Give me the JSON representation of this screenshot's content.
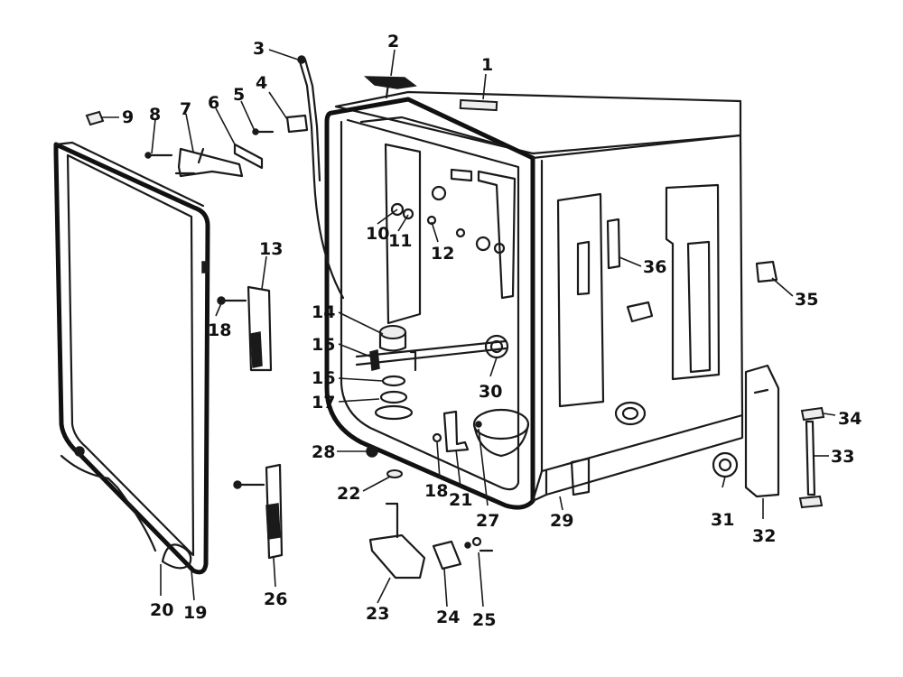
{
  "callouts": {
    "c1": "1",
    "c2": "2",
    "c3": "3",
    "c4": "4",
    "c5": "5",
    "c6": "6",
    "c7": "7",
    "c8": "8",
    "c9": "9",
    "c10": "10",
    "c11": "11",
    "c12": "12",
    "c13": "13",
    "c14": "14",
    "c15": "15",
    "c16": "16",
    "c17": "17",
    "c18a": "18",
    "c18b": "18",
    "c19": "19",
    "c20": "20",
    "c21": "21",
    "c22": "22",
    "c23": "23",
    "c24": "24",
    "c25": "25",
    "c26": "26",
    "c27": "27",
    "c28": "28",
    "c29": "29",
    "c30": "30",
    "c31": "31",
    "c32": "32",
    "c33": "33",
    "c34": "34",
    "c35": "35",
    "c36": "36"
  }
}
